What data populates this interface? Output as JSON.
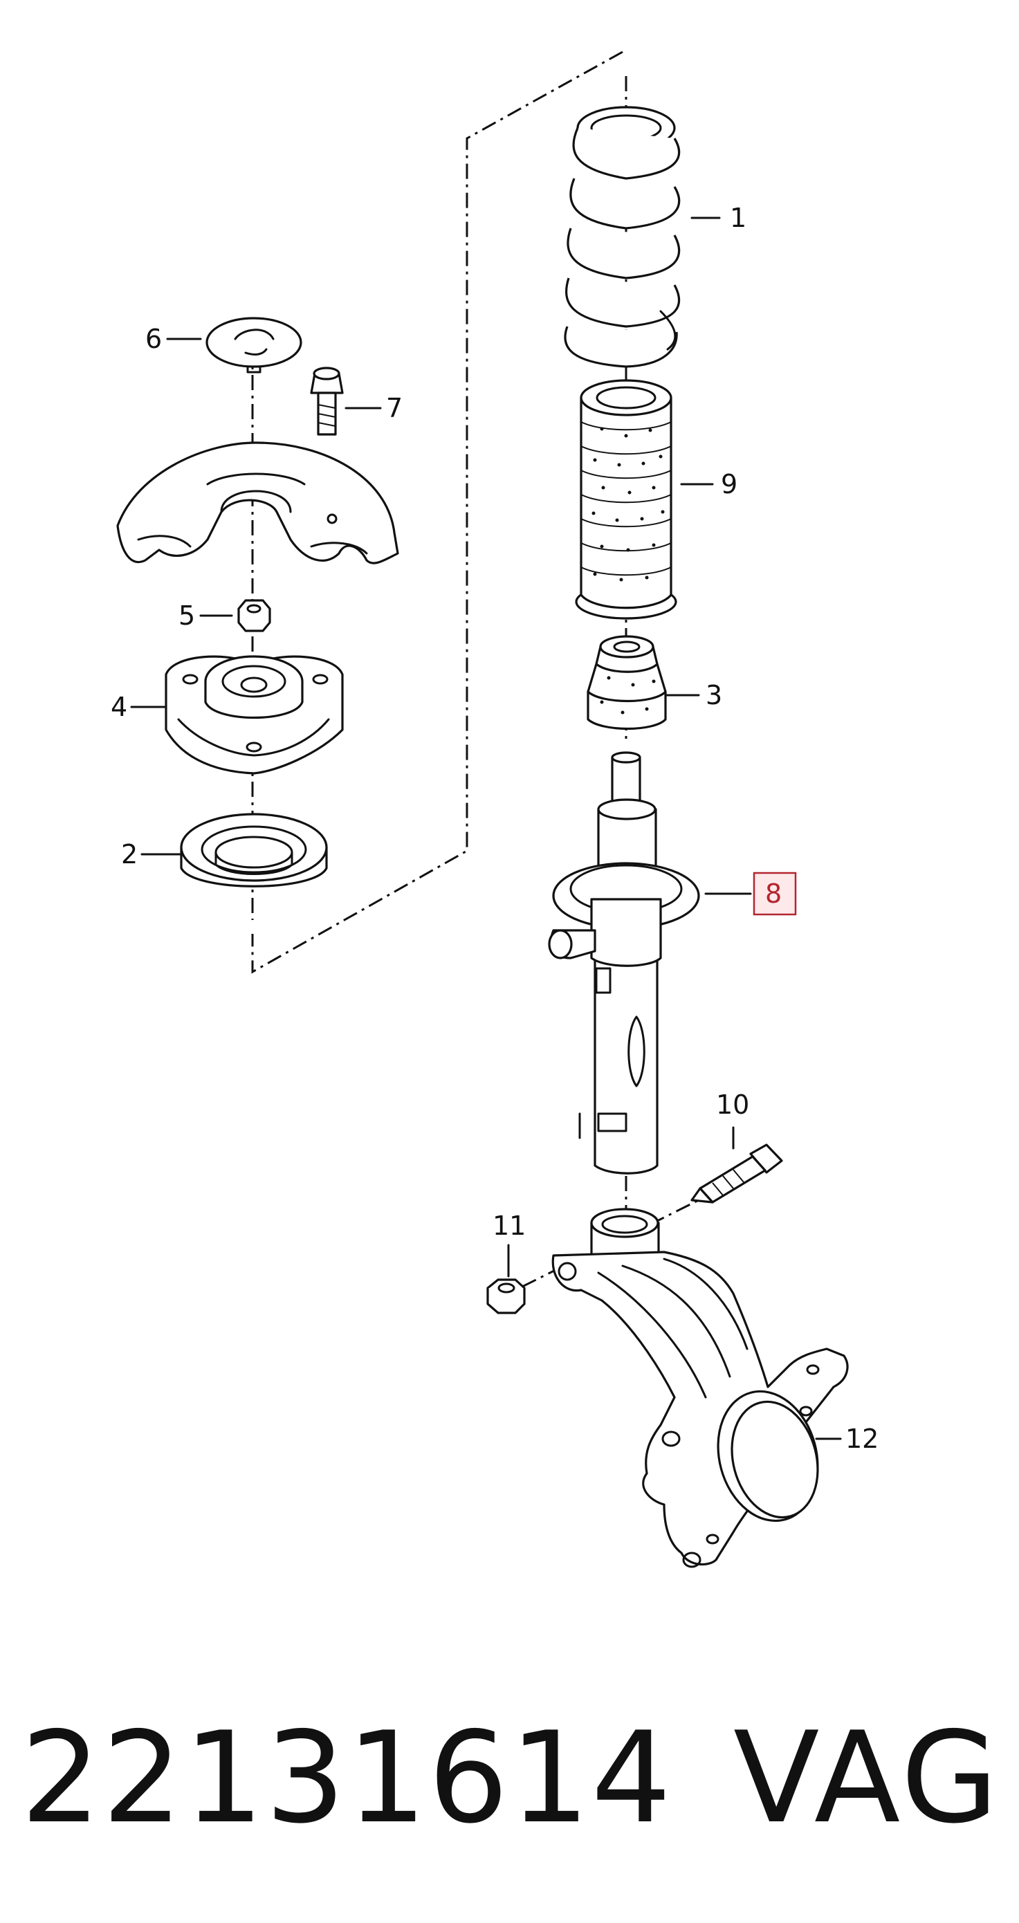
{
  "diagram": {
    "callouts": {
      "c1": "1",
      "c2": "2",
      "c3": "3",
      "c4": "4",
      "c5": "5",
      "c6": "6",
      "c7": "7",
      "c8": "8",
      "c9": "9",
      "c10": "10",
      "c11": "11",
      "c12": "12"
    },
    "highlighted_callout": "8",
    "highlight_color": "#b3262f",
    "highlight_fill": "#fde8ea"
  },
  "footer": {
    "part_number": "22131614",
    "brand": "VAG"
  }
}
